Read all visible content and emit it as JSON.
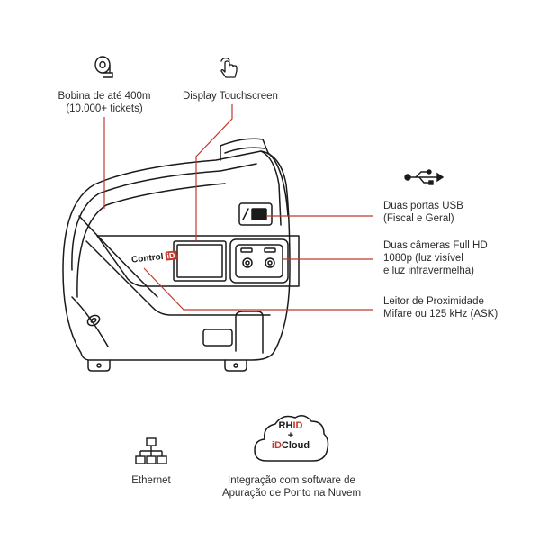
{
  "colors": {
    "accent": "#c0392b",
    "line": "#1a1a1a",
    "text": "#2d2d2d"
  },
  "icons": {
    "paper_roll": "paper-roll-icon",
    "touch": "touch-hand-icon",
    "usb": "usb-icon",
    "ethernet": "network-icon",
    "cloud": "cloud-icon"
  },
  "callouts": {
    "paper_roll": {
      "line1": "Bobina de até 400m",
      "line2": "(10.000+ tickets)"
    },
    "display": {
      "line1": "Display Touchscreen"
    },
    "usb": {
      "line1": "Duas portas USB",
      "line2": "(Fiscal e Geral)"
    },
    "cameras": {
      "line1": "Duas câmeras Full HD",
      "line2": "1080p (luz visível",
      "line3": "e luz infravermelha)"
    },
    "reader": {
      "line1": "Leitor de Proximidade",
      "line2": "Mifare ou 125 kHz (ASK)"
    }
  },
  "device": {
    "brand_text": "Control",
    "brand_badge": "iD"
  },
  "features": {
    "ethernet": {
      "label": "Ethernet"
    },
    "cloud": {
      "badge_line1_a": "RH",
      "badge_line1_b": "ID",
      "badge_plus": "+",
      "badge_line2_a": "iD",
      "badge_line2_b": "Cloud",
      "line1": "Integração com software de",
      "line2": "Apuração de Ponto na Nuvem"
    }
  }
}
